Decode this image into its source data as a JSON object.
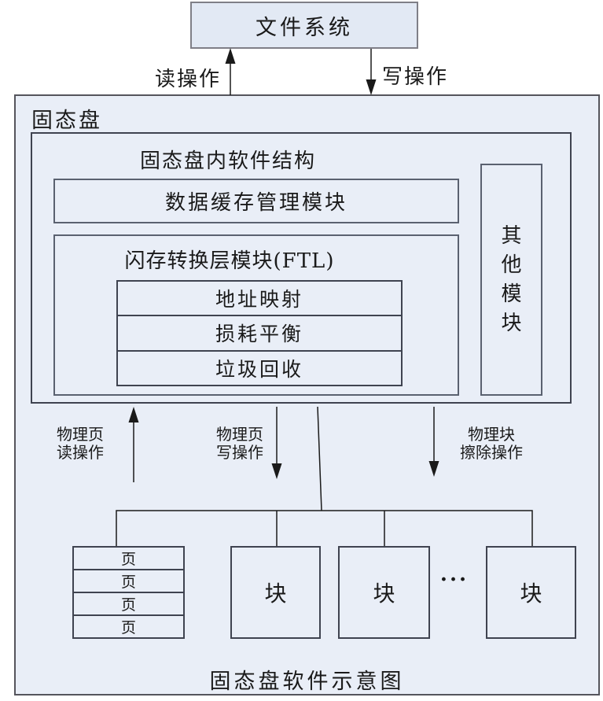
{
  "colors": {
    "canvas_bg": "#ffffff",
    "panel_fill": "#e9eef7",
    "filesystem_fill": "#e2e9f4",
    "outer_border": "#55555c",
    "filesystem_border": "#7f7f87",
    "module_border": "#5a6170",
    "dark_border": "#3f4350",
    "line": "#1a1a1a",
    "text": "#1a1a1a"
  },
  "file_system": {
    "label": "文件系统"
  },
  "host_ops": {
    "read": "读操作",
    "write": "写操作"
  },
  "ssd": {
    "label": "固态盘",
    "software": {
      "title": "固态盘内软件结构",
      "cache_module": "数据缓存管理模块",
      "ftl": {
        "title": "闪存转换层模块(FTL)",
        "items": [
          {
            "label": "地址映射"
          },
          {
            "label": "损耗平衡"
          },
          {
            "label": "垃圾回收"
          }
        ]
      },
      "other_module": "其他模块"
    },
    "flash_ops": {
      "page_read": {
        "line1": "物理页",
        "line2": "读操作"
      },
      "page_write": {
        "line1": "物理页",
        "line2": "写操作"
      },
      "block_erase": {
        "line1": "物理块",
        "line2": "擦除操作"
      }
    },
    "flash": {
      "pages": [
        {
          "label": "页"
        },
        {
          "label": "页"
        },
        {
          "label": "页"
        },
        {
          "label": "页"
        }
      ],
      "blocks": [
        {
          "label": "块"
        },
        {
          "label": "块"
        },
        {
          "label": "块"
        }
      ],
      "ellipsis": "···"
    },
    "caption": "固态盘软件示意图"
  }
}
